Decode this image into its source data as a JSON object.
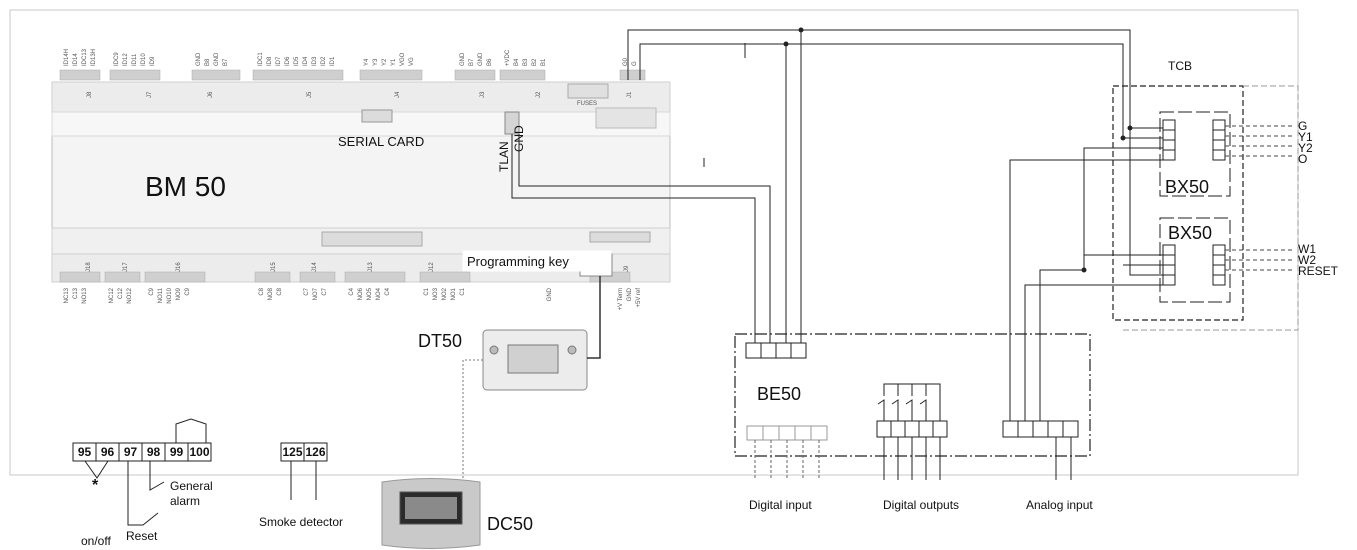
{
  "labels": {
    "bm50": "BM 50",
    "serial_card": "SERIAL CARD",
    "tlan": "TLAN",
    "gnd": "GND",
    "programming_key": "Programming key",
    "dt50": "DT50",
    "dc50": "DC50",
    "be50": "BE50",
    "tcb": "TCB",
    "bx50_top": "BX50",
    "bx50_bottom": "BX50",
    "fuses": "FUSES",
    "digital_input": "Digital input",
    "digital_outputs": "Digital outputs",
    "analog_input": "Analog input",
    "smoke_detector": "Smoke detector",
    "general_alarm_1": "General",
    "general_alarm_2": "alarm",
    "on_off": "on/off",
    "reset": "Reset",
    "asterisk": "*"
  },
  "tcb_outputs_top": [
    "G",
    "Y1",
    "Y2",
    "O"
  ],
  "tcb_outputs_bottom": [
    "W1",
    "W2",
    "RESET"
  ],
  "terminals_left": [
    "95",
    "96",
    "97",
    "98",
    "99",
    "100"
  ],
  "terminals_smoke": [
    "125",
    "126"
  ],
  "connectors_top": [
    "J8",
    "J7",
    "J6",
    "J5",
    "J4",
    "J3",
    "J2",
    "J1"
  ],
  "connectors_bottom": [
    "J18",
    "J17",
    "J16",
    "J15",
    "J14",
    "J13",
    "J12",
    "J9"
  ],
  "pins_top": {
    "J8": [
      "ID14H",
      "ID14",
      "IDC13",
      "ID13H"
    ],
    "J7": [
      "IDC9",
      "ID12",
      "ID11",
      "ID10",
      "ID9"
    ],
    "J6": [
      "GND",
      "B8",
      "GND",
      "B7"
    ],
    "J5": [
      "IDC1",
      "ID8",
      "ID7",
      "ID6",
      "ID5",
      "ID4",
      "ID3",
      "ID2",
      "ID1"
    ],
    "J4": [
      "Y4",
      "Y3",
      "Y2",
      "Y1",
      "VGO",
      "VG"
    ],
    "J3": [
      "GND",
      "B7",
      "GND",
      "B6"
    ],
    "J2": [
      "+VDC",
      "B4",
      "B3",
      "B2",
      "B1"
    ],
    "J1": [
      "G0",
      "G"
    ]
  },
  "pins_bottom": {
    "J18": [
      "NC13",
      "C13",
      "NO13"
    ],
    "J17": [
      "NC12",
      "C12",
      "NO12"
    ],
    "J16": [
      "C9",
      "NO11",
      "NO10",
      "NO9",
      "C9"
    ],
    "J15": [
      "C8",
      "NO8",
      "C8"
    ],
    "J14": [
      "C7",
      "NO7",
      "C7"
    ],
    "J13": [
      "C4",
      "NO6",
      "NO5",
      "NO4",
      "C4"
    ],
    "J12": [
      "C1",
      "NO3",
      "NO2",
      "NO1",
      "C1"
    ],
    "GND_block": [
      "GND"
    ],
    "J9": [
      "+V Term",
      "GND",
      "+5V ref"
    ]
  }
}
